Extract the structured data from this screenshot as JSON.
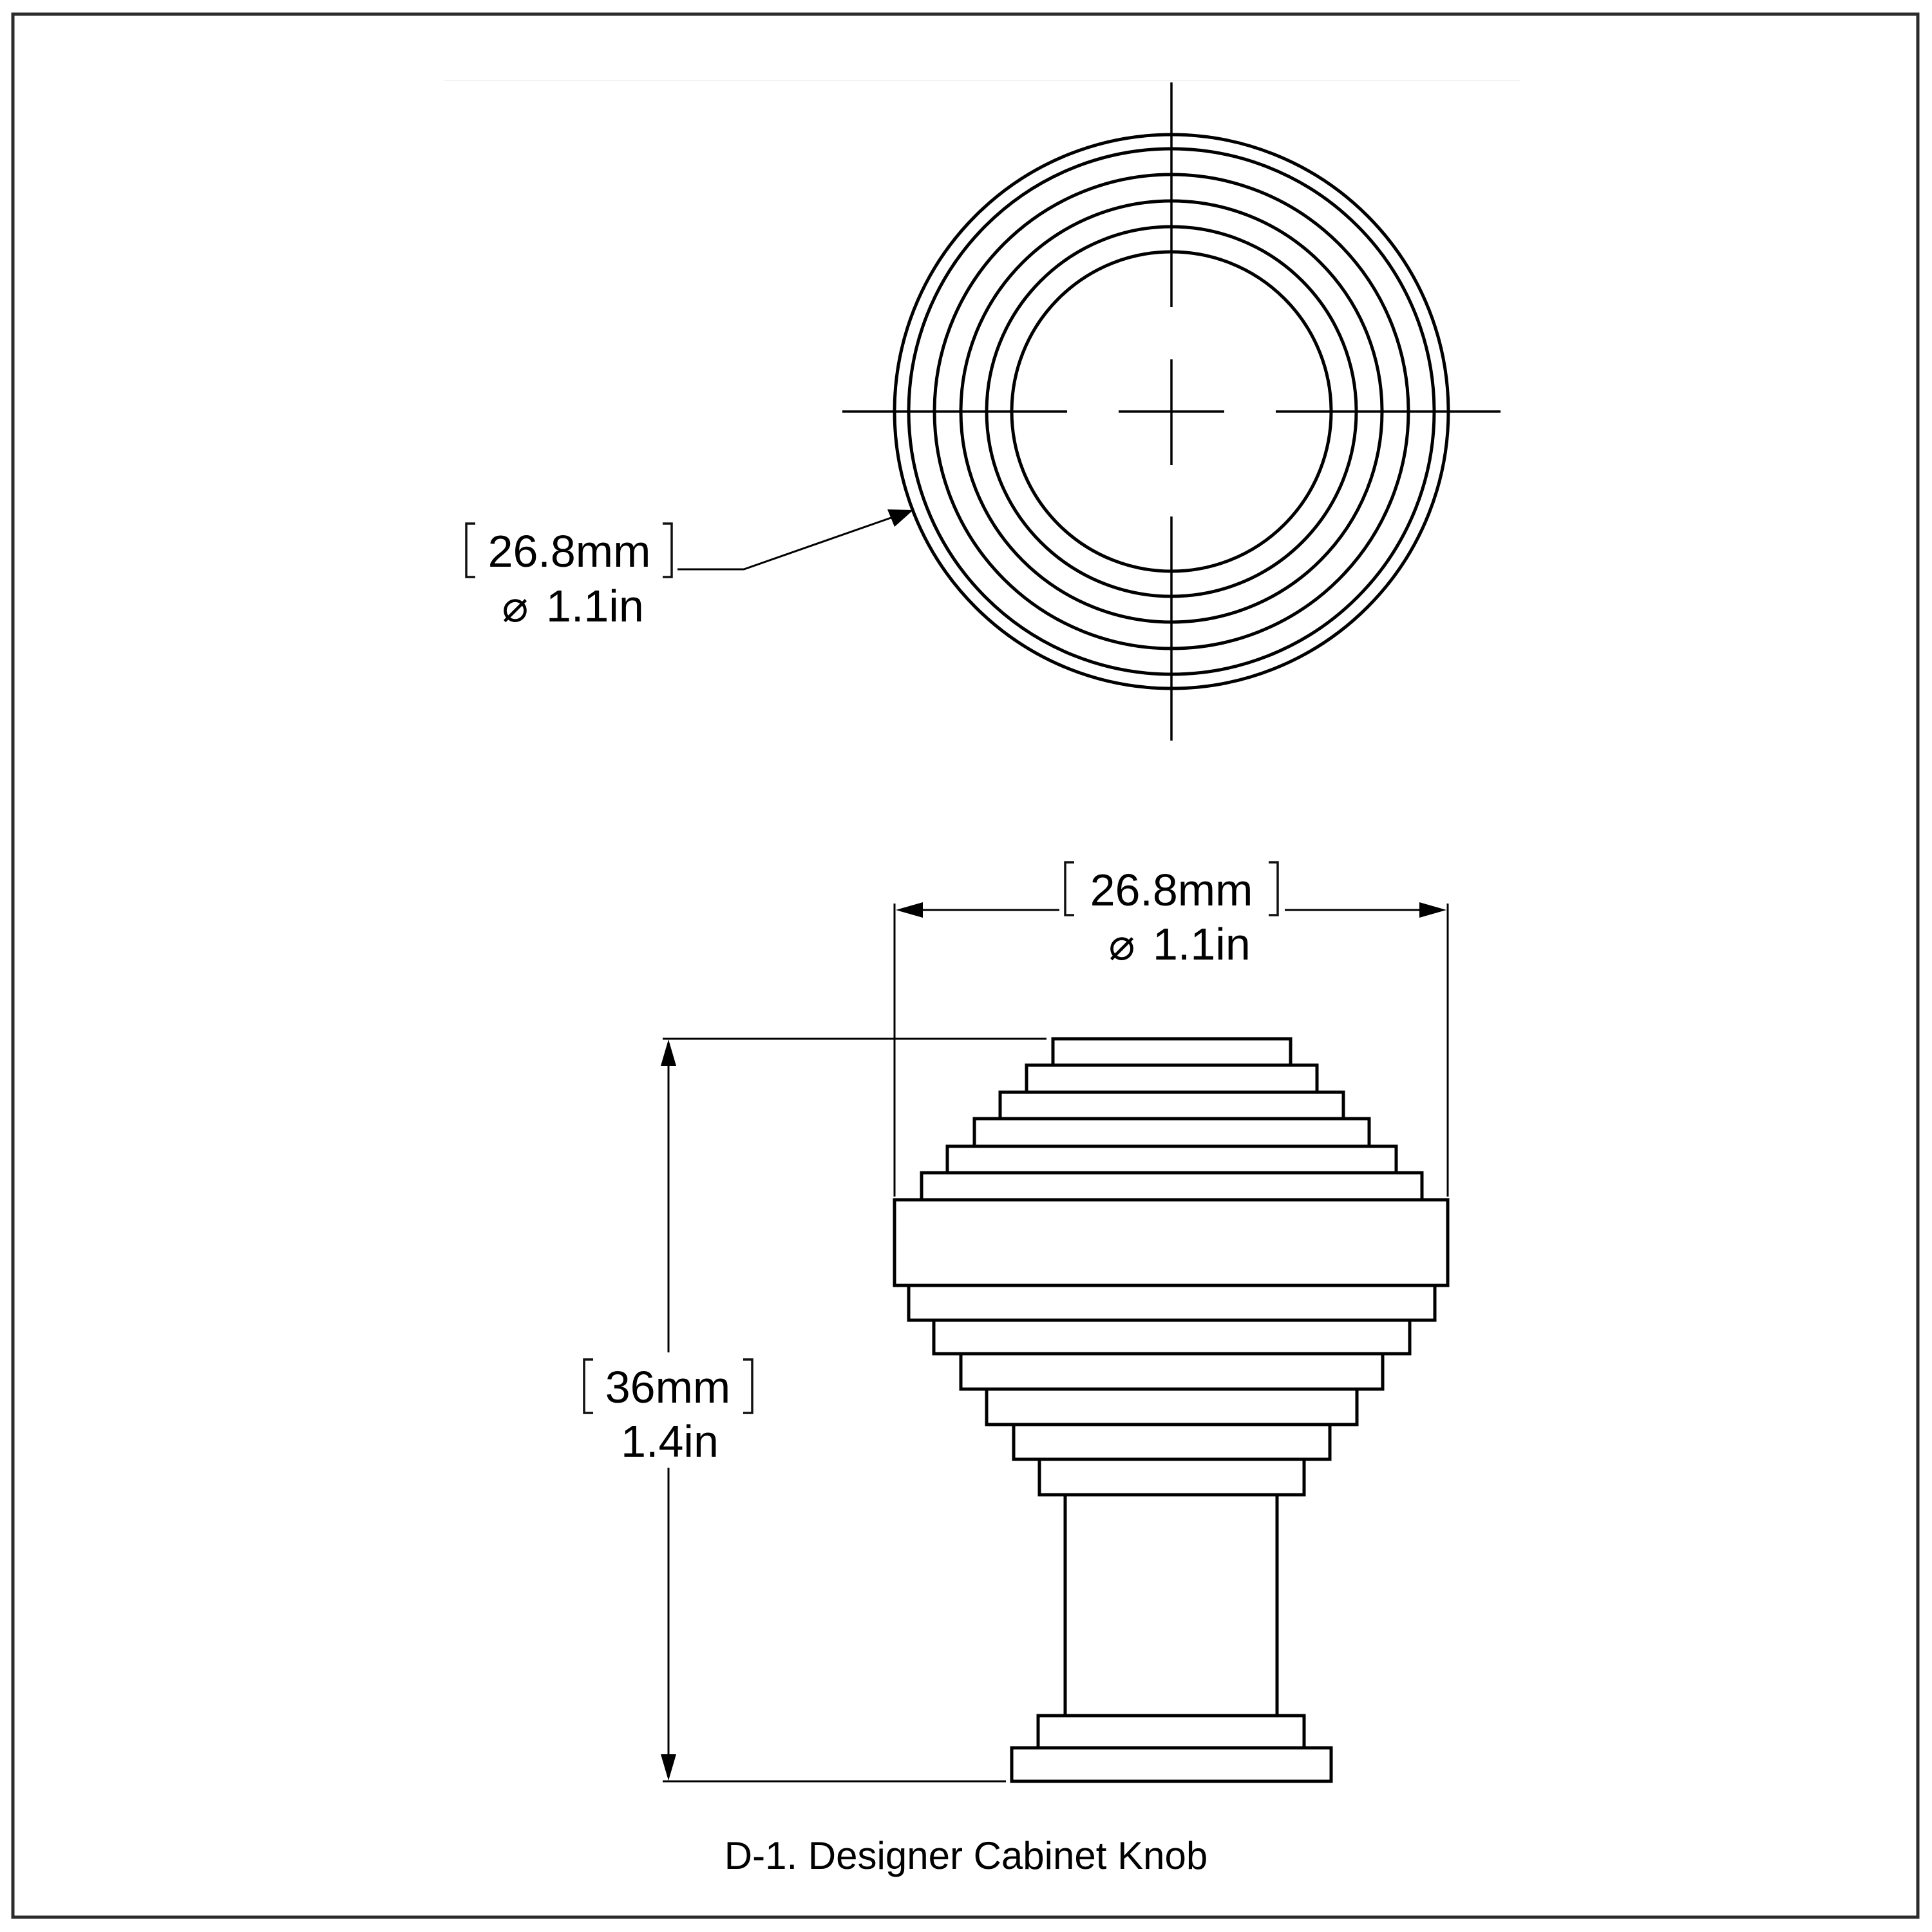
{
  "drawing": {
    "title": "D-1. Designer Cabinet Knob",
    "colors": {
      "line": "#000000",
      "frame": "#2b2b2b",
      "background": "#ffffff"
    }
  },
  "top_view": {
    "diameter_label": {
      "metric": "26.8mm",
      "imperial_symbol": "⌀",
      "imperial": "1.1in"
    },
    "ring_count": 6
  },
  "side_view": {
    "width_label": {
      "metric": "26.8mm",
      "imperial_symbol": "⌀",
      "imperial": "1.1in"
    },
    "height_label": {
      "metric": "36mm",
      "imperial": "1.4in"
    },
    "upper_step_count": 6,
    "lower_step_count": 6
  }
}
